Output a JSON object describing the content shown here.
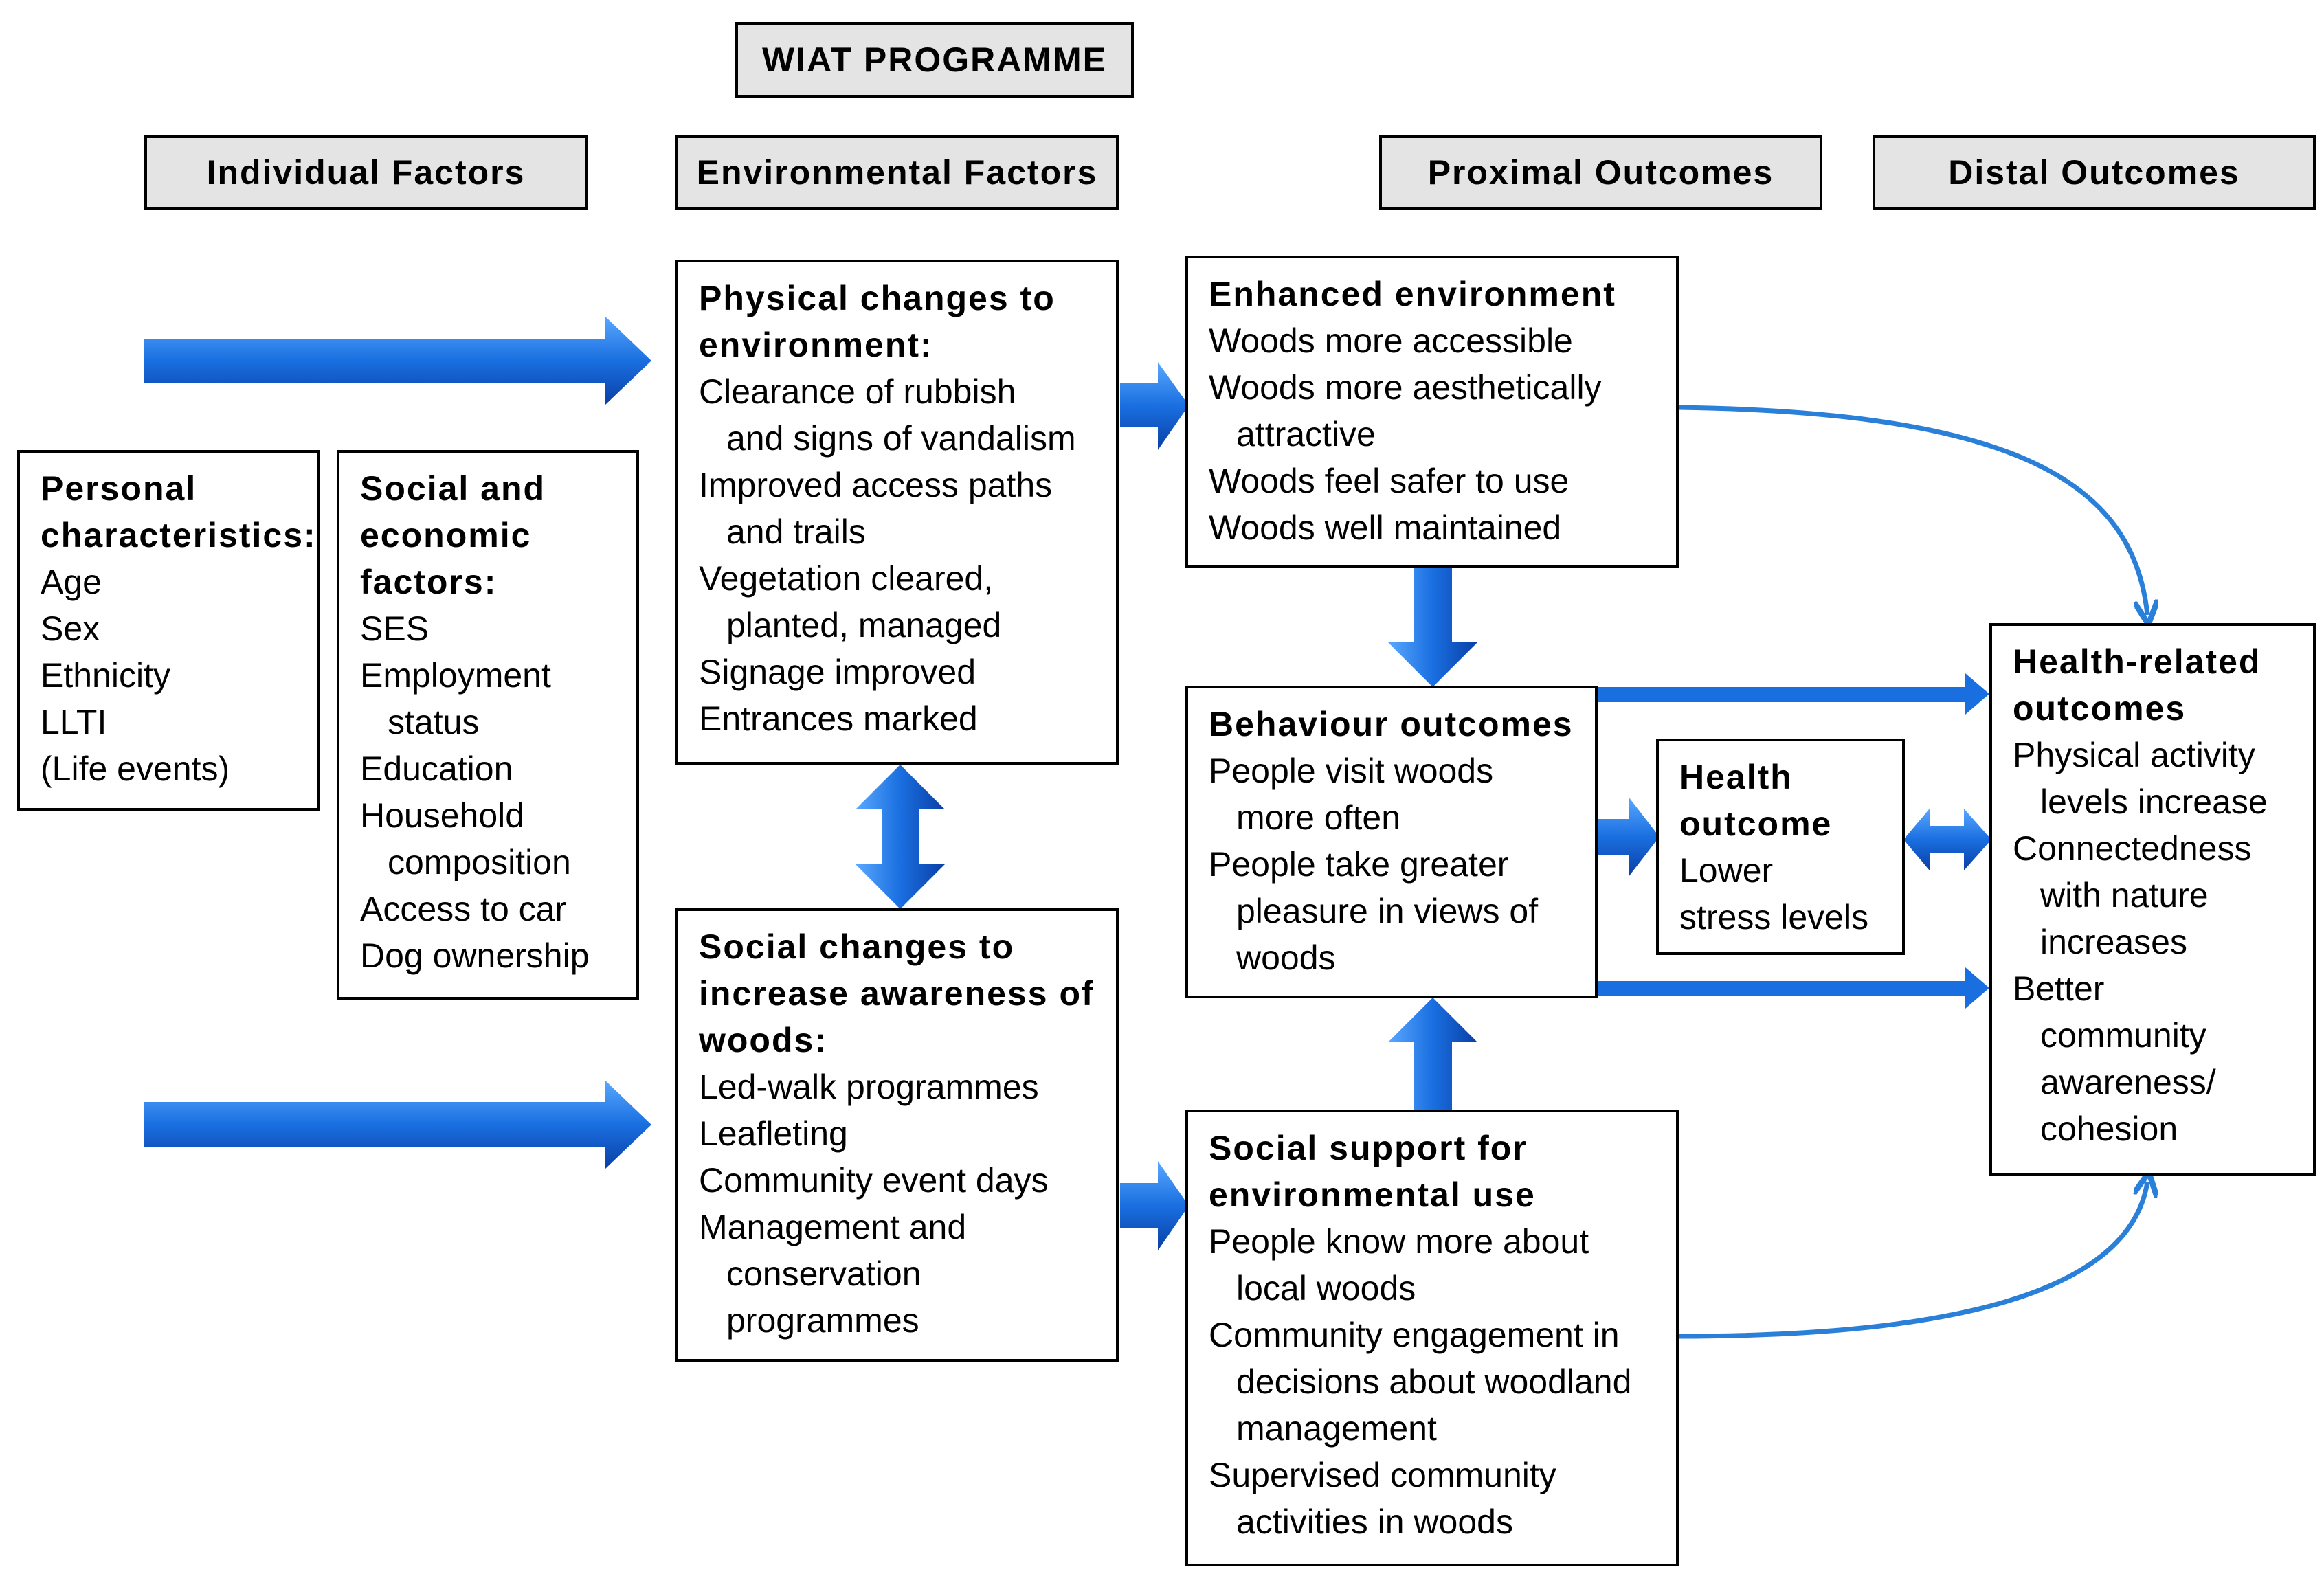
{
  "programme_title": "WIAT PROGRAMME",
  "column_headers": {
    "individual": "Individual Factors",
    "environmental": "Environmental Factors",
    "proximal": "Proximal Outcomes",
    "distal": "Distal Outcomes"
  },
  "personal": {
    "title": [
      "Personal",
      "characteristics:"
    ],
    "items": [
      "Age",
      "Sex",
      "Ethnicity",
      "LLTI",
      "(Life events)"
    ]
  },
  "social_economic": {
    "title": [
      "Social and",
      "economic",
      "factors:"
    ],
    "items": [
      "SES",
      "Employment",
      "status",
      "Education",
      "Household",
      "composition",
      "Access to car",
      "Dog ownership"
    ]
  },
  "physical_changes": {
    "title": [
      "Physical changes to",
      "environment:"
    ],
    "items": [
      "Clearance of rubbish",
      "and signs of vandalism",
      "Improved access paths",
      "and trails",
      "Vegetation cleared,",
      "planted, managed",
      "Signage improved",
      "Entrances marked"
    ]
  },
  "social_changes": {
    "title": [
      "Social changes to",
      "increase awareness of",
      "woods:"
    ],
    "items": [
      "Led-walk programmes",
      "Leafleting",
      "Community event days",
      "Management and",
      "conservation",
      "programmes"
    ]
  },
  "enhanced_environment": {
    "title": [
      "Enhanced environment"
    ],
    "items": [
      "Woods more accessible",
      "Woods more aesthetically",
      "attractive",
      "Woods feel safer to use",
      "Woods well maintained"
    ]
  },
  "behaviour_outcomes": {
    "title": [
      "Behaviour outcomes"
    ],
    "items": [
      "People visit woods",
      "more often",
      "People take greater",
      "pleasure in views of",
      "woods"
    ]
  },
  "health_outcome": {
    "title": [
      "Health",
      "outcome"
    ],
    "items": [
      "Lower",
      "stress levels"
    ]
  },
  "social_support": {
    "title": [
      "Social support for",
      "environmental use"
    ],
    "items": [
      "People know more about",
      "local woods",
      "Community engagement in",
      "decisions about woodland",
      "management",
      "Supervised community",
      "activities in woods"
    ]
  },
  "health_related": {
    "title": [
      "Health-related",
      "outcomes"
    ],
    "items": [
      "Physical activity",
      "levels increase",
      "Connectedness",
      "with nature",
      "increases",
      "Better",
      "community",
      "awareness/",
      "cohesion"
    ]
  },
  "colors": {
    "arrow_light": "#5aa8ff",
    "arrow_mid": "#1a6fe0",
    "arrow_dark": "#0a3fa6",
    "header_fill": "#e4e4e4",
    "border": "#000000"
  }
}
